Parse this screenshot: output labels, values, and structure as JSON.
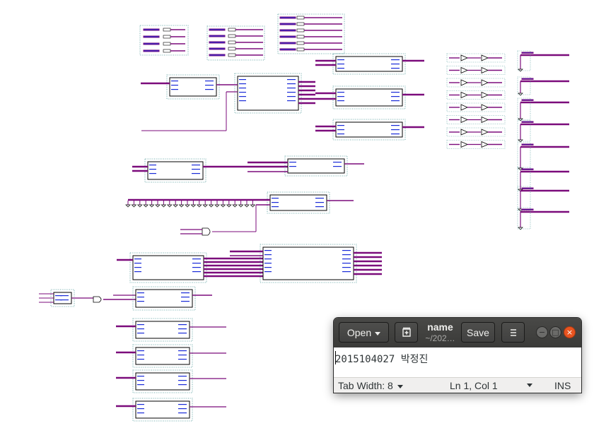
{
  "gedit": {
    "open_label": "Open",
    "save_label": "Save",
    "title": "name",
    "path": "~/202…",
    "content": "2015104027 박정진",
    "tab_width": "Tab Width: 8",
    "cursor_position": "Ln 1, Col 1",
    "insert_mode": "INS"
  },
  "icons": {
    "new_tab": "new-document-icon",
    "menu": "hamburger-icon",
    "minimize": "minimize-icon",
    "maximize": "maximize-icon",
    "close": "close-icon"
  },
  "colors": {
    "wire": "#7b0b7b",
    "block_border": "#000000",
    "selection_dots": "#3d8f8f",
    "pin_label": "#1a2bd8",
    "header_bar": "#3c3c3b",
    "close_button": "#e95420"
  }
}
